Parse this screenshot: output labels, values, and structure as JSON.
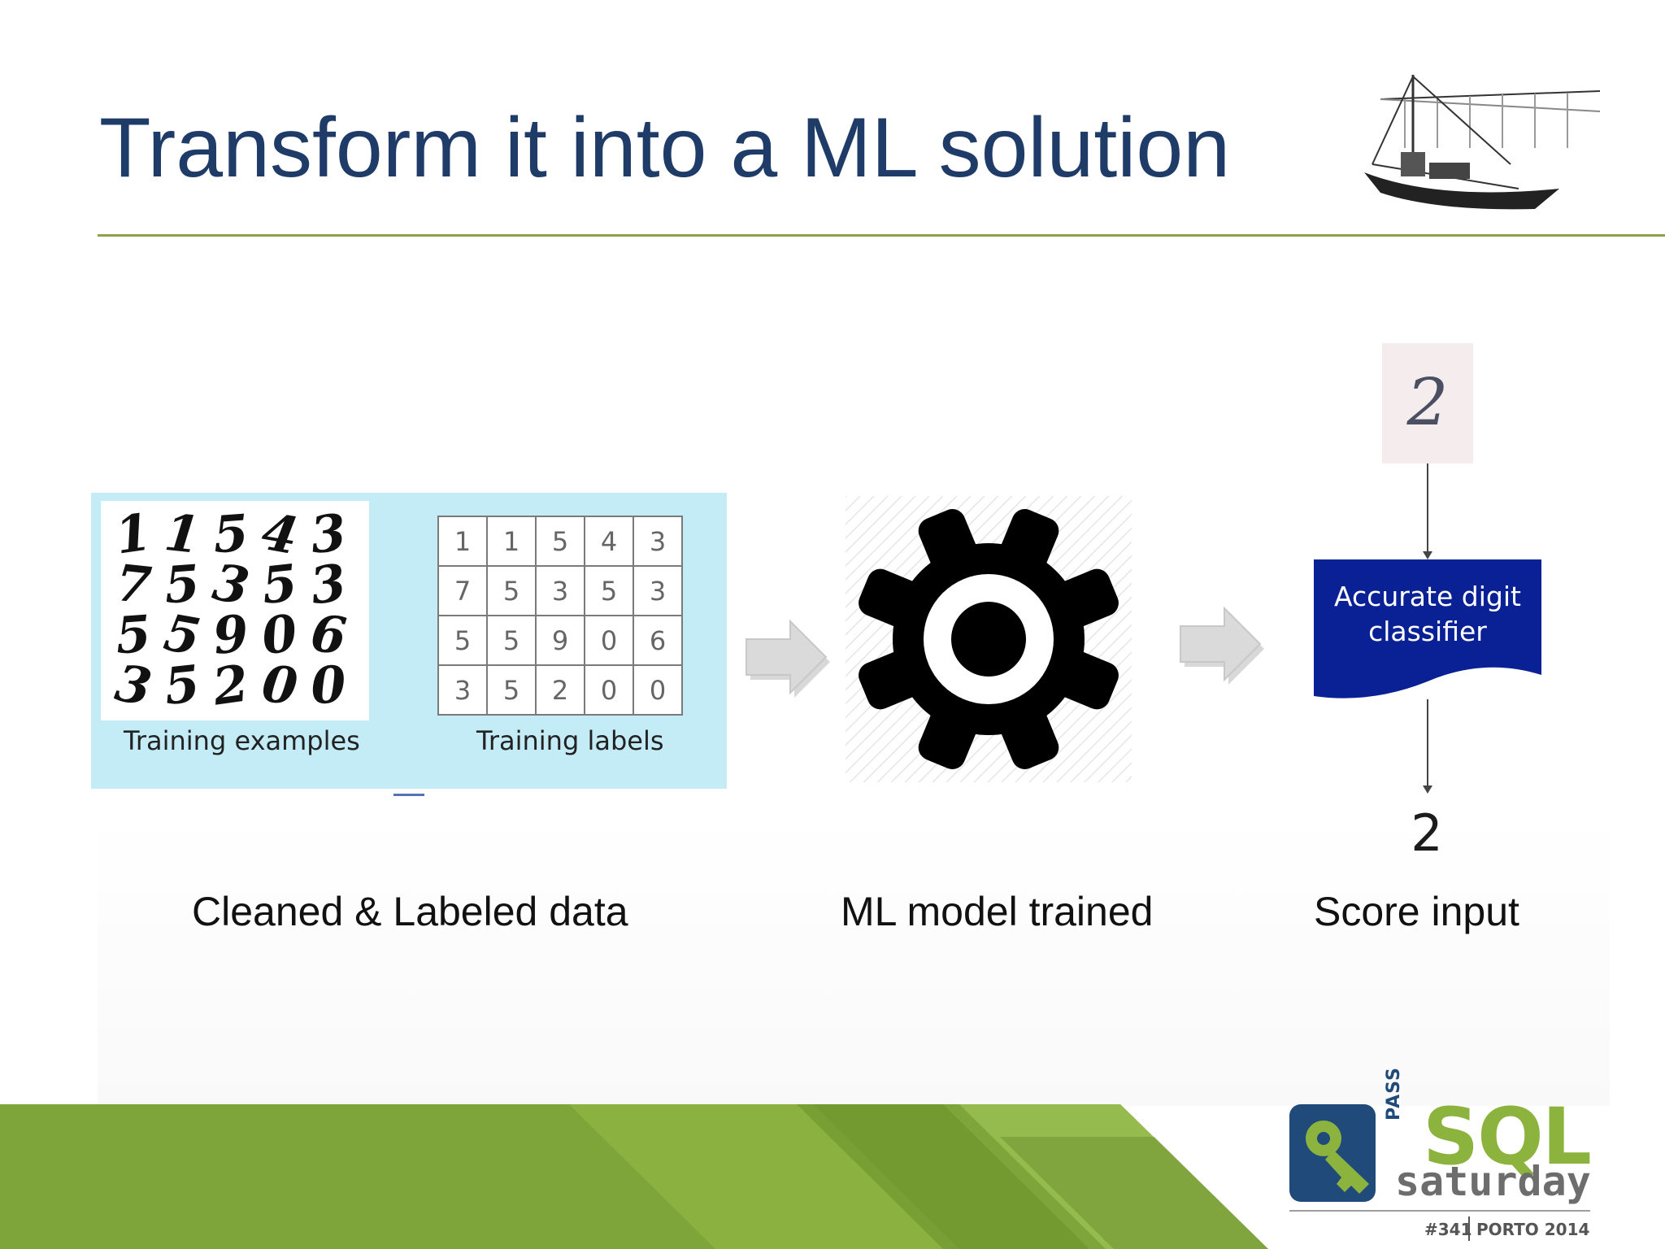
{
  "slide": {
    "title": "Transform it into a ML solution"
  },
  "data_panel": {
    "example_digits": [
      [
        "1",
        "1",
        "5",
        "4",
        "3"
      ],
      [
        "7",
        "5",
        "3",
        "5",
        "3"
      ],
      [
        "5",
        "5",
        "9",
        "0",
        "6"
      ],
      [
        "3",
        "5",
        "2",
        "0",
        "0"
      ]
    ],
    "examples_caption": "Training examples",
    "label_table": [
      [
        "1",
        "1",
        "5",
        "4",
        "3"
      ],
      [
        "7",
        "5",
        "3",
        "5",
        "3"
      ],
      [
        "5",
        "5",
        "9",
        "0",
        "6"
      ],
      [
        "3",
        "5",
        "2",
        "0",
        "0"
      ]
    ],
    "labels_caption": "Training labels",
    "panel_color": "#c4ecf7"
  },
  "model": {
    "icon": "gear-icon"
  },
  "scoring": {
    "input_sample_digit": "2",
    "classifier_label": "Accurate digit classifier",
    "classifier_color": "#0a2196",
    "output_digit": "2"
  },
  "stages": {
    "data_label": "Cleaned & Labeled data",
    "model_label": "ML model trained",
    "score_label": "Score input"
  },
  "footer": {
    "sql_word": "SQL",
    "pass_word": "PASS",
    "saturday_word": "saturday",
    "event_number": "#341",
    "event_place": "PORTO 2014",
    "band_color": "#7ea53a"
  }
}
